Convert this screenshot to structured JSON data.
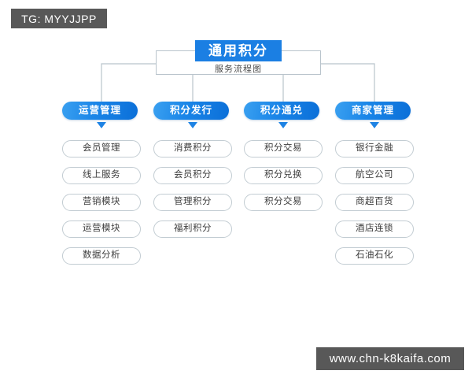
{
  "watermarks": {
    "top": "TG: MYYJJPP",
    "bottom": "www.chn-k8kaifa.com"
  },
  "colors": {
    "title_blue": "#1b7fe3",
    "pill_gradient_start": "#3aa0f0",
    "pill_gradient_end": "#0b6fd8",
    "connector_line": "#b9c4cc",
    "leaf_border": "#c2ccd2",
    "background": "#ffffff",
    "watermark_bg": "#585858"
  },
  "root": {
    "title": "通用积分",
    "subtitle": "服务流程图"
  },
  "columns": [
    {
      "category": "运营管理",
      "items": [
        "会员管理",
        "线上服务",
        "营销模块",
        "运营模块",
        "数据分析"
      ]
    },
    {
      "category": "积分发行",
      "items": [
        "消费积分",
        "会员积分",
        "管理积分",
        "福利积分"
      ]
    },
    {
      "category": "积分通兑",
      "items": [
        "积分交易",
        "积分兑换",
        "积分交易"
      ]
    },
    {
      "category": "商家管理",
      "items": [
        "银行金融",
        "航空公司",
        "商超百货",
        "酒店连锁",
        "石油石化"
      ]
    }
  ]
}
